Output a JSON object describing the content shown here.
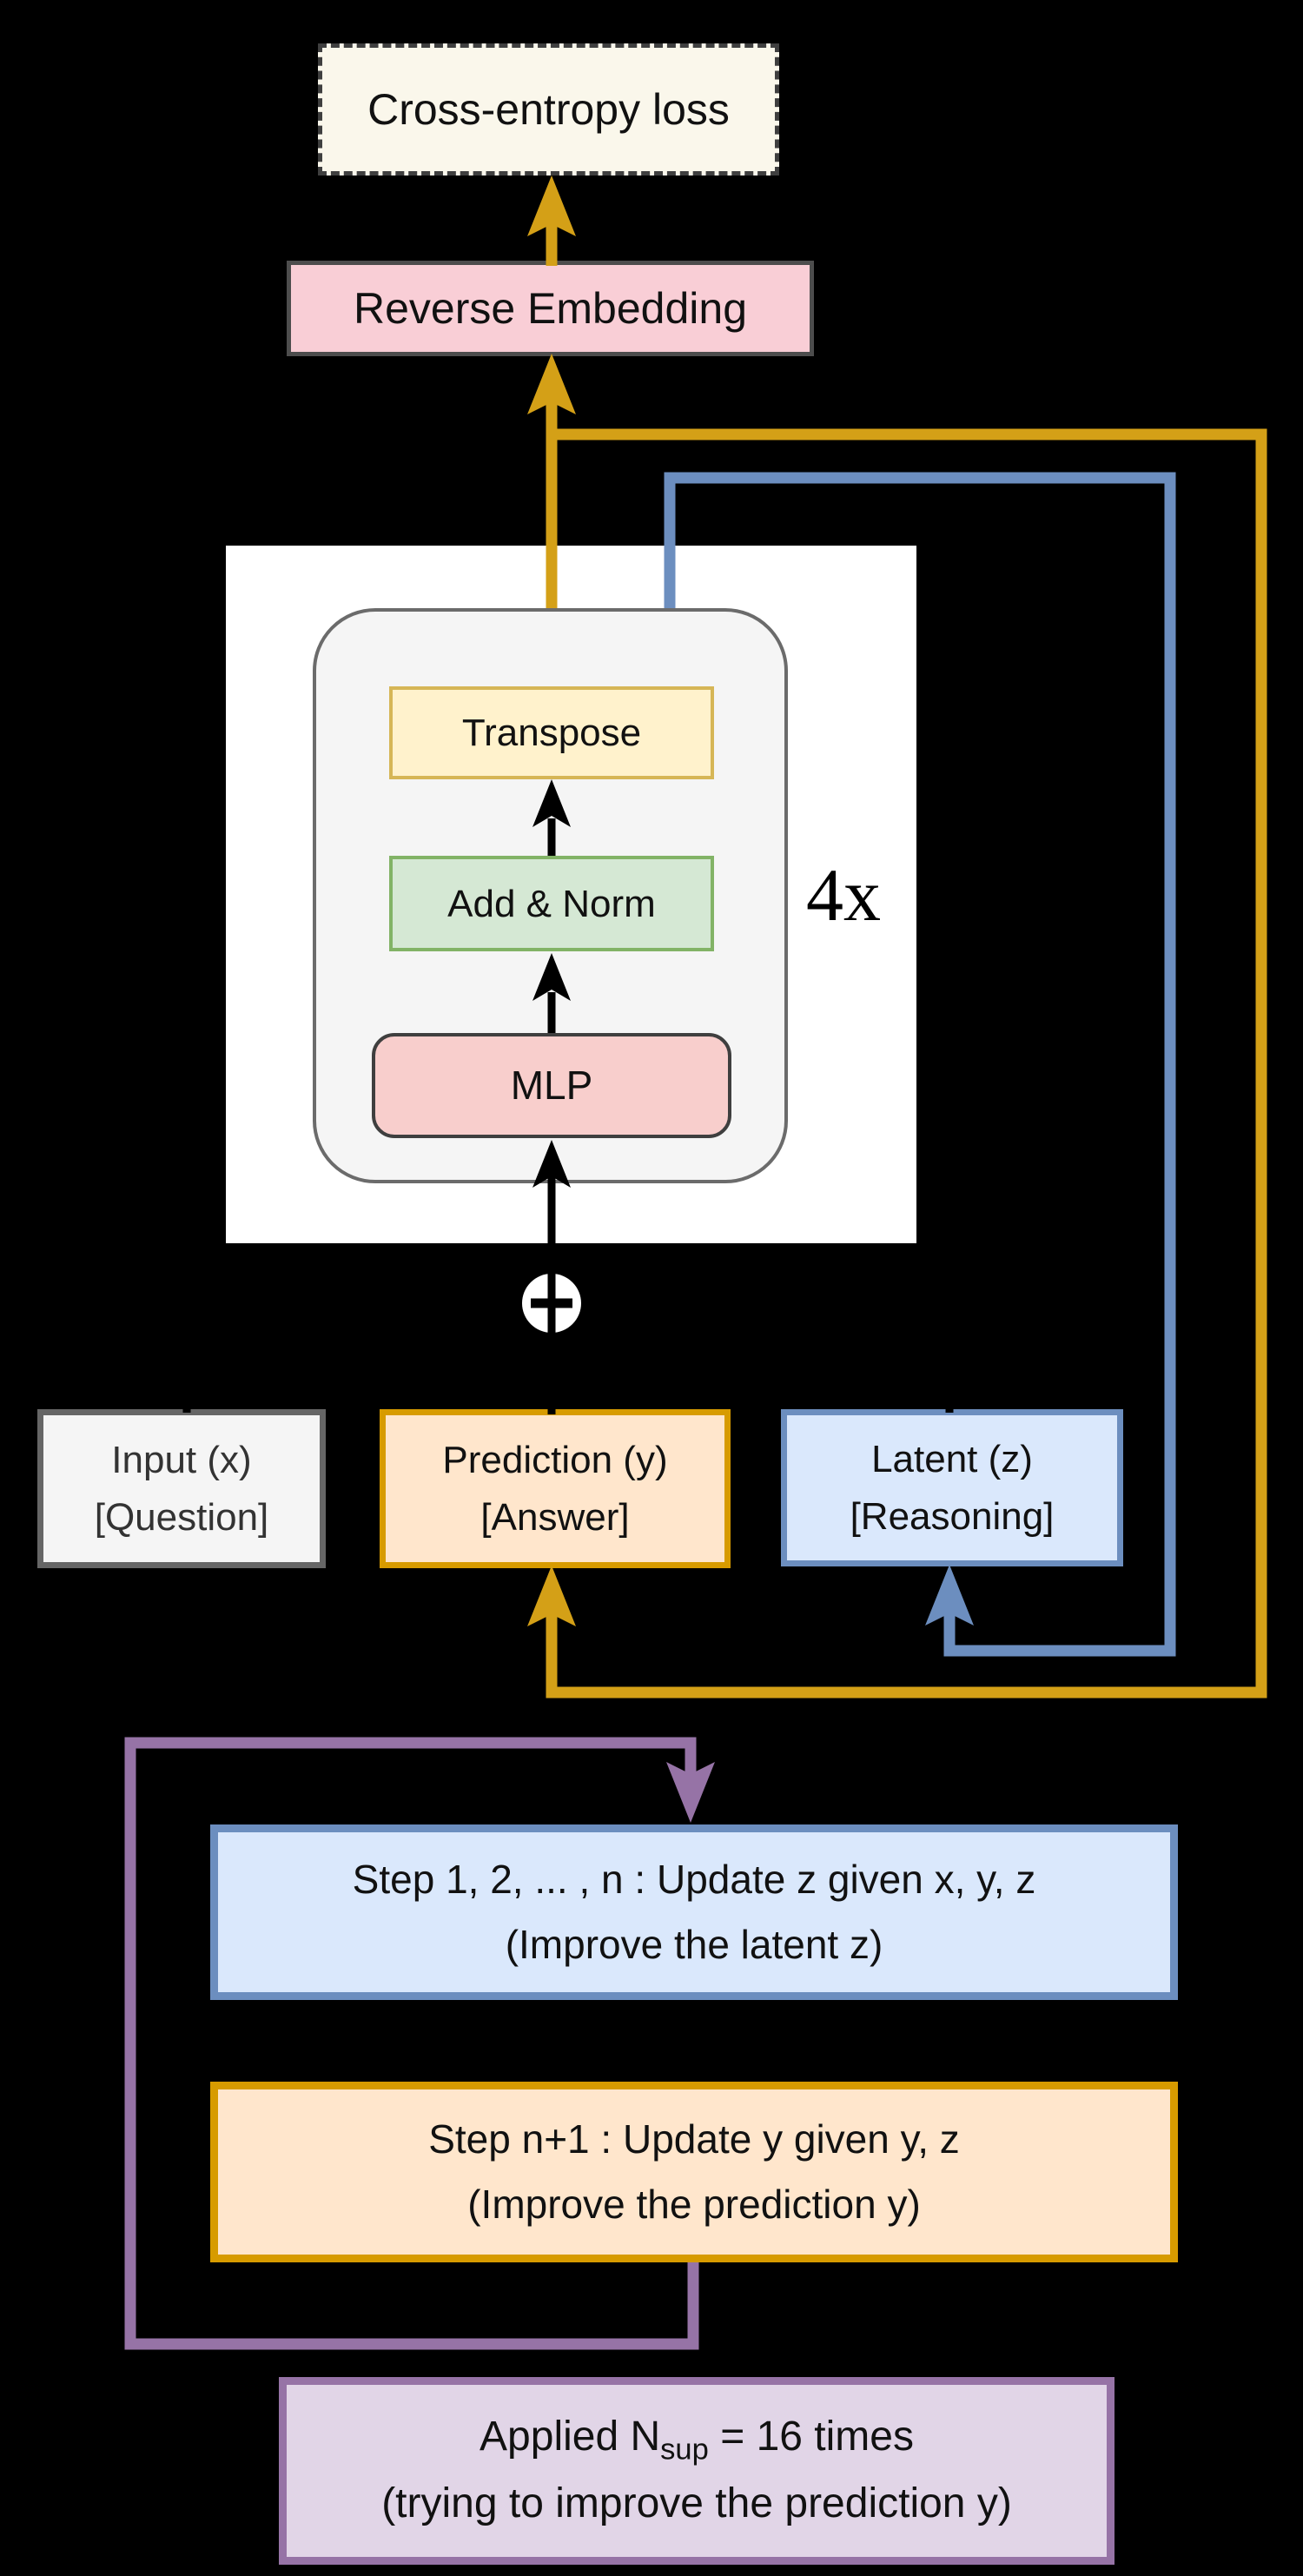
{
  "colors": {
    "background": "#000000",
    "gold_wire": "#D4A017",
    "blue_wire": "#6C8EBF",
    "purple_wire": "#9673A6",
    "orange_node_border": "#D79B00",
    "orange_node_fill": "#FFE6CC",
    "blue_node_fill": "#DAE8FC",
    "purple_node_fill": "#E1D5E7",
    "green_node_fill": "#D5E8D4",
    "yellow_node_fill": "#FFF2CC",
    "pink_node_fill": "#F8CECC"
  },
  "nodes": {
    "cross_entropy": {
      "label": "Cross-entropy loss"
    },
    "reverse_embedding": {
      "label": "Reverse Embedding"
    },
    "transpose": {
      "label": "Transpose"
    },
    "add_norm": {
      "label": "Add & Norm"
    },
    "mlp": {
      "label": "MLP"
    },
    "repeat_label": {
      "label": "4x"
    },
    "plus_junction": {
      "symbol": "+"
    },
    "input_x": {
      "line1": "Input (x)",
      "line2": "[Question]"
    },
    "prediction_y": {
      "line1": "Prediction (y)",
      "line2": "[Answer]"
    },
    "latent_z": {
      "line1": "Latent (z)",
      "line2": "[Reasoning]"
    },
    "step_update_z": {
      "line1": "Step 1, 2, ... , n : Update z given x, y, z",
      "line2": "(Improve the latent z)"
    },
    "step_update_y": {
      "line1": "Step n+1 : Update y given y, z",
      "line2": "(Improve the prediction y)"
    },
    "applied_nsup": {
      "prefix": "Applied N",
      "subscript": "sup",
      "suffix": " = 16 times",
      "line2": "(trying to improve the prediction y)"
    }
  }
}
